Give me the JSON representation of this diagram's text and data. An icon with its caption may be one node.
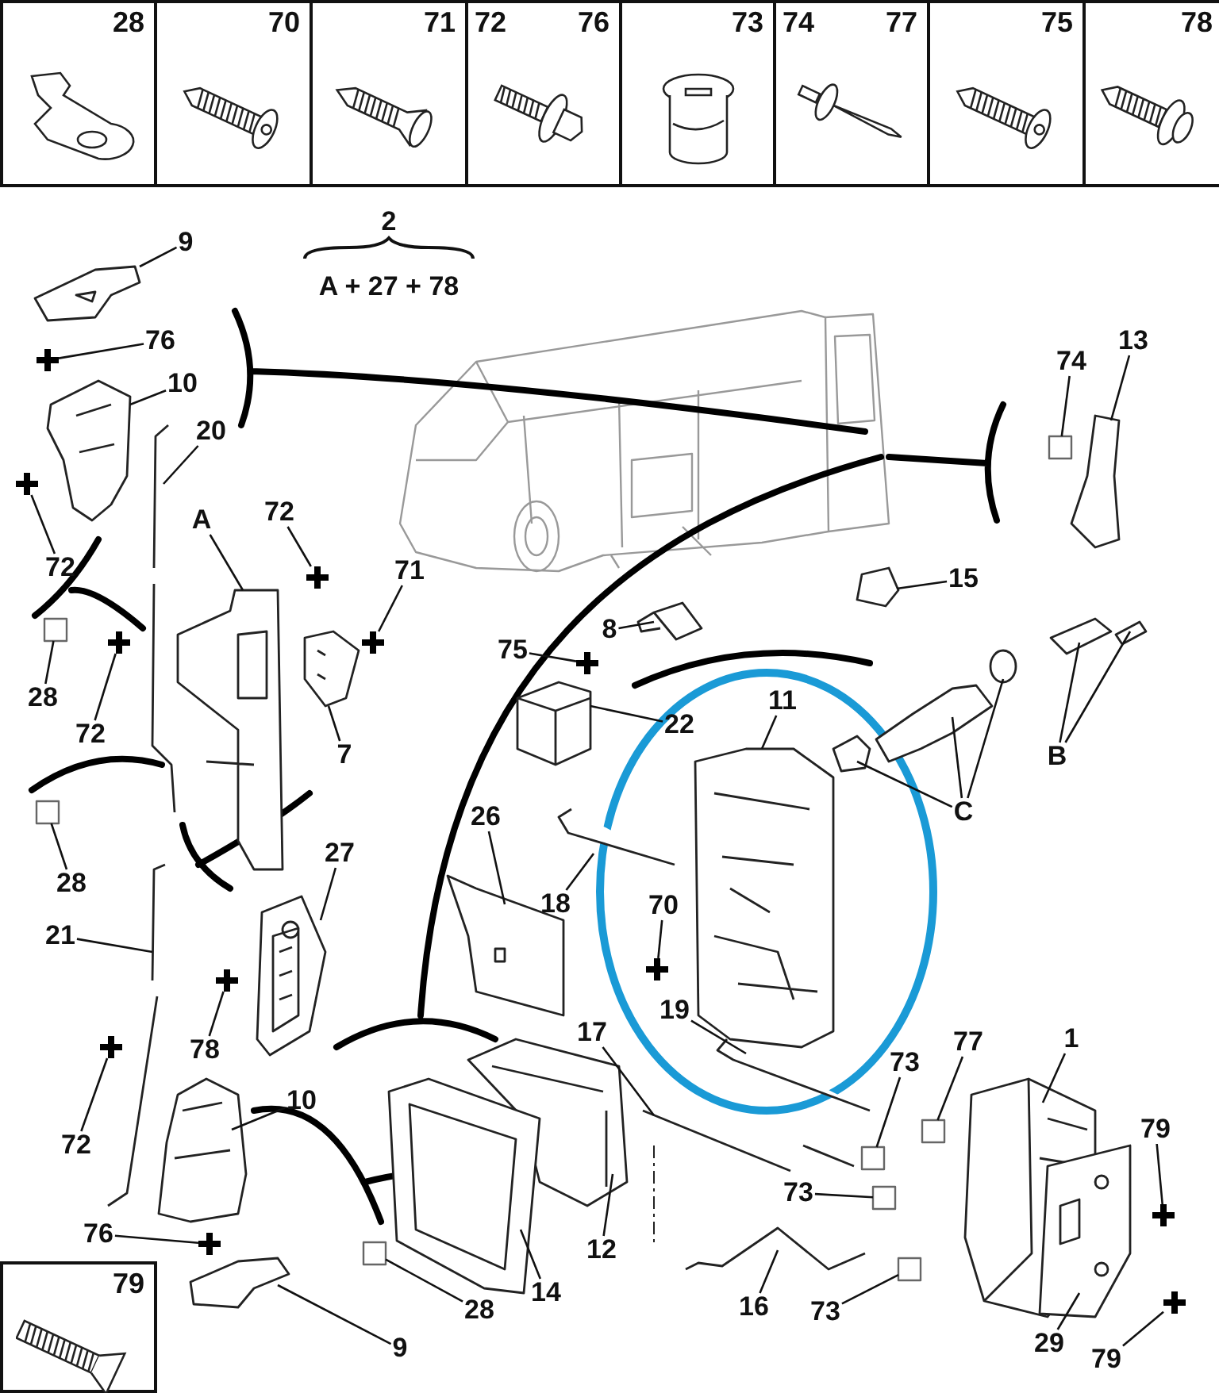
{
  "diagram": {
    "nodes": [
      {
        "text": [
          "28"
        ]
      },
      {
        "text": [
          "70"
        ]
      },
      {
        "text": [
          "71"
        ]
      },
      {
        "text": [
          "72",
          "76"
        ]
      },
      {
        "text": [
          "73"
        ]
      },
      {
        "text": [
          "74",
          "77"
        ]
      },
      {
        "text": [
          "75"
        ]
      },
      {
        "text": [
          "78"
        ]
      },
      {
        "text": [
          "79"
        ]
      },
      {
        "text": [
          "9"
        ]
      },
      {
        "text": [
          "76"
        ]
      },
      {
        "text": [
          "10"
        ]
      },
      {
        "text": [
          "20"
        ]
      },
      {
        "text": [
          "72"
        ]
      },
      {
        "text": [
          "A"
        ]
      },
      {
        "text": [
          "72"
        ]
      },
      {
        "text": [
          "71"
        ]
      },
      {
        "text": [
          "28"
        ]
      },
      {
        "text": [
          "72"
        ]
      },
      {
        "text": [
          "7"
        ]
      },
      {
        "text": [
          "28"
        ]
      },
      {
        "text": [
          "21"
        ]
      },
      {
        "text": [
          "27"
        ]
      },
      {
        "text": [
          "78"
        ]
      },
      {
        "text": [
          "72"
        ]
      },
      {
        "text": [
          "10"
        ]
      },
      {
        "text": [
          "76"
        ]
      },
      {
        "text": [
          "9"
        ]
      },
      {
        "text": [
          "26"
        ]
      },
      {
        "text": [
          "18"
        ]
      },
      {
        "text": [
          "75"
        ]
      },
      {
        "text": [
          "8"
        ]
      },
      {
        "text": [
          "22"
        ]
      },
      {
        "text": [
          "11"
        ]
      },
      {
        "text": [
          "15"
        ]
      },
      {
        "text": [
          "74"
        ]
      },
      {
        "text": [
          "13"
        ]
      },
      {
        "text": [
          "B"
        ]
      },
      {
        "text": [
          "C"
        ]
      },
      {
        "text": [
          "17"
        ]
      },
      {
        "text": [
          "70"
        ]
      },
      {
        "text": [
          "19"
        ]
      },
      {
        "text": [
          "73"
        ]
      },
      {
        "text": [
          "77"
        ]
      },
      {
        "text": [
          "1"
        ]
      },
      {
        "text": [
          "79"
        ]
      },
      {
        "text": [
          "73"
        ]
      },
      {
        "text": [
          "12"
        ]
      },
      {
        "text": [
          "14"
        ]
      },
      {
        "text": [
          "28"
        ]
      },
      {
        "text": [
          "16"
        ]
      },
      {
        "text": [
          "73"
        ]
      },
      {
        "text": [
          "29"
        ]
      },
      {
        "text": [
          "79"
        ]
      },
      {
        "text": [],
        "shape": "cross"
      },
      {
        "text": [],
        "shape": "cross"
      },
      {
        "text": [],
        "shape": "cross"
      },
      {
        "text": [],
        "shape": "cross"
      },
      {
        "text": [],
        "shape": "cross"
      },
      {
        "text": [],
        "shape": "cross"
      },
      {
        "text": [],
        "shape": "cross"
      },
      {
        "text": [],
        "shape": "cross"
      },
      {
        "text": [],
        "shape": "cross"
      },
      {
        "text": [],
        "shape": "cross"
      },
      {
        "text": [],
        "shape": "cross"
      },
      {
        "text": [],
        "shape": "cross"
      },
      {
        "text": [],
        "shape": "box"
      },
      {
        "text": [],
        "shape": "box"
      },
      {
        "text": [],
        "shape": "box"
      },
      {
        "text": [],
        "shape": "box"
      },
      {
        "text": [],
        "shape": "box"
      },
      {
        "text": [],
        "shape": "box"
      },
      {
        "text": [],
        "shape": "box"
      },
      {
        "text": [],
        "shape": "box"
      },
      {
        "text": [],
        "shape": "picture"
      },
      {
        "text": [],
        "shape": "picture"
      },
      {
        "text": [],
        "shape": "picture"
      },
      {
        "text": [],
        "shape": "picture"
      },
      {
        "text": [],
        "shape": "picture"
      },
      {
        "text": [],
        "shape": "picture"
      },
      {
        "text": [],
        "shape": "picture"
      },
      {
        "text": [],
        "shape": "picture"
      },
      {
        "text": [],
        "shape": "picture"
      },
      {
        "text": [],
        "shape": "picture"
      },
      {
        "text": [],
        "shape": "picture"
      },
      {
        "text": [],
        "shape": "picture"
      },
      {
        "text": [],
        "shape": "picture"
      },
      {
        "text": [],
        "shape": "picture"
      },
      {
        "text": [],
        "shape": "picture"
      },
      {
        "text": [],
        "shape": "picture"
      },
      {
        "text": [],
        "shape": "picture"
      },
      {
        "text": [],
        "shape": "picture"
      },
      {
        "text": [],
        "shape": "picture"
      },
      {
        "text": [],
        "shape": "picture"
      },
      {
        "text": [],
        "shape": "picture"
      },
      {
        "text": [],
        "shape": "picture"
      },
      {
        "text": [],
        "shape": "picture"
      },
      {
        "text": [],
        "shape": "picture"
      },
      {
        "text": [],
        "shape": "picture"
      },
      {
        "text": [],
        "shape": "picture"
      },
      {
        "text": [],
        "shape": "picture"
      },
      {
        "text": [],
        "shape": "picture"
      }
    ],
    "edges": [
      {
        "from": 9,
        "to": 74,
        "arrow": "none"
      },
      {
        "from": 10,
        "to": 54,
        "arrow": "none"
      },
      {
        "from": 11,
        "to": 75,
        "arrow": "none"
      },
      {
        "from": 12,
        "to": 76,
        "arrow": "none"
      },
      {
        "from": 13,
        "to": 55,
        "arrow": "none"
      },
      {
        "from": 14,
        "to": 77,
        "arrow": "none"
      },
      {
        "from": 15,
        "to": 56,
        "arrow": "none"
      },
      {
        "from": 16,
        "to": 57,
        "arrow": "none"
      },
      {
        "from": 17,
        "to": 66,
        "arrow": "none"
      },
      {
        "from": 18,
        "to": 58,
        "arrow": "none"
      },
      {
        "from": 19,
        "to": 78,
        "arrow": "none"
      },
      {
        "from": 20,
        "to": 67,
        "arrow": "none"
      },
      {
        "from": 21,
        "to": 79,
        "arrow": "none"
      },
      {
        "from": 22,
        "to": 80,
        "arrow": "none"
      },
      {
        "from": 23,
        "to": 59,
        "arrow": "none"
      },
      {
        "from": 24,
        "to": 60,
        "arrow": "none"
      },
      {
        "from": 25,
        "to": 81,
        "arrow": "none"
      },
      {
        "from": 26,
        "to": 61,
        "arrow": "none"
      },
      {
        "from": 27,
        "to": 82,
        "arrow": "none"
      },
      {
        "from": 28,
        "to": 83,
        "arrow": "none"
      },
      {
        "from": 29,
        "to": 84,
        "arrow": "none"
      },
      {
        "from": 30,
        "to": 62,
        "arrow": "none"
      },
      {
        "from": 31,
        "to": 85,
        "arrow": "none"
      },
      {
        "from": 32,
        "to": 86,
        "arrow": "none"
      },
      {
        "from": 33,
        "to": 87,
        "arrow": "none"
      },
      {
        "from": 34,
        "to": 88,
        "arrow": "none"
      },
      {
        "from": 35,
        "to": 68,
        "arrow": "none"
      },
      {
        "from": 36,
        "to": 89,
        "arrow": "none"
      },
      {
        "from": 37,
        "to": 90,
        "arrow": "none"
      },
      {
        "from": 37,
        "to": 91,
        "arrow": "none"
      },
      {
        "from": 38,
        "to": 92,
        "arrow": "none"
      },
      {
        "from": 38,
        "to": 93,
        "arrow": "none"
      },
      {
        "from": 38,
        "to": 94,
        "arrow": "none"
      },
      {
        "from": 39,
        "to": 95,
        "arrow": "none"
      },
      {
        "from": 40,
        "to": 63,
        "arrow": "none"
      },
      {
        "from": 41,
        "to": 96,
        "arrow": "none"
      },
      {
        "from": 42,
        "to": 69,
        "arrow": "none"
      },
      {
        "from": 43,
        "to": 70,
        "arrow": "none"
      },
      {
        "from": 44,
        "to": 97,
        "arrow": "none"
      },
      {
        "from": 45,
        "to": 64,
        "arrow": "none"
      },
      {
        "from": 46,
        "to": 71,
        "arrow": "none"
      },
      {
        "from": 47,
        "to": 98,
        "arrow": "none"
      },
      {
        "from": 48,
        "to": 99,
        "arrow": "none"
      },
      {
        "from": 49,
        "to": 73,
        "arrow": "none"
      },
      {
        "from": 50,
        "to": 100,
        "arrow": "none"
      },
      {
        "from": 51,
        "to": 72,
        "arrow": "none"
      },
      {
        "from": 52,
        "to": 101,
        "arrow": "none"
      },
      {
        "from": 53,
        "to": 65,
        "arrow": "none"
      }
    ],
    "labels": [
      "2",
      "A + 27 + 78"
    ]
  }
}
